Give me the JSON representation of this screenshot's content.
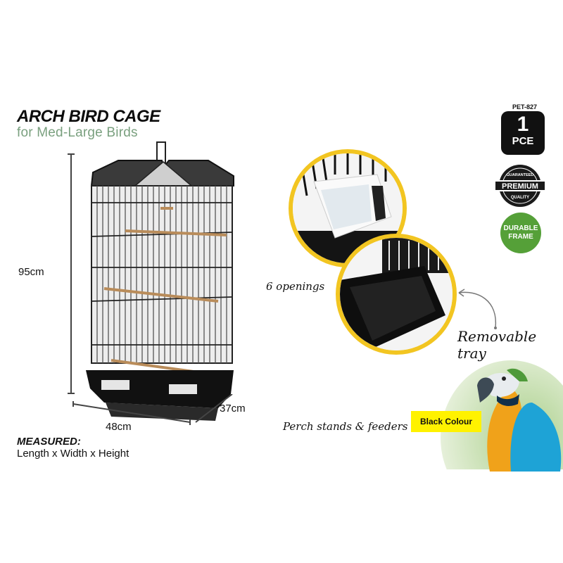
{
  "product": {
    "title": "ARCH BIRD CAGE",
    "subtitle": "for Med-Large Birds",
    "sku": "PET-827",
    "quantity": "1",
    "quantity_unit": "PCE"
  },
  "dimensions": {
    "height": "95cm",
    "length": "48cm",
    "width": "37cm",
    "measured_label": "MEASURED:",
    "measured_order": "Length x Width x Height"
  },
  "badges": {
    "premium": {
      "top": "GUARANTEED",
      "main": "PREMIUM",
      "bottom": "QUALITY"
    },
    "durable": {
      "line1": "DURABLE",
      "line2": "FRAME"
    }
  },
  "features": {
    "openings": "6 openings",
    "tray": "Removable tray",
    "perch": "Perch stands & feeders",
    "colour": "Black Colour"
  },
  "colors": {
    "accent_yellow": "#f2c521",
    "colour_tag": "#fff200",
    "subtitle_green": "#7aa07f",
    "durable_green": "#55a038"
  }
}
